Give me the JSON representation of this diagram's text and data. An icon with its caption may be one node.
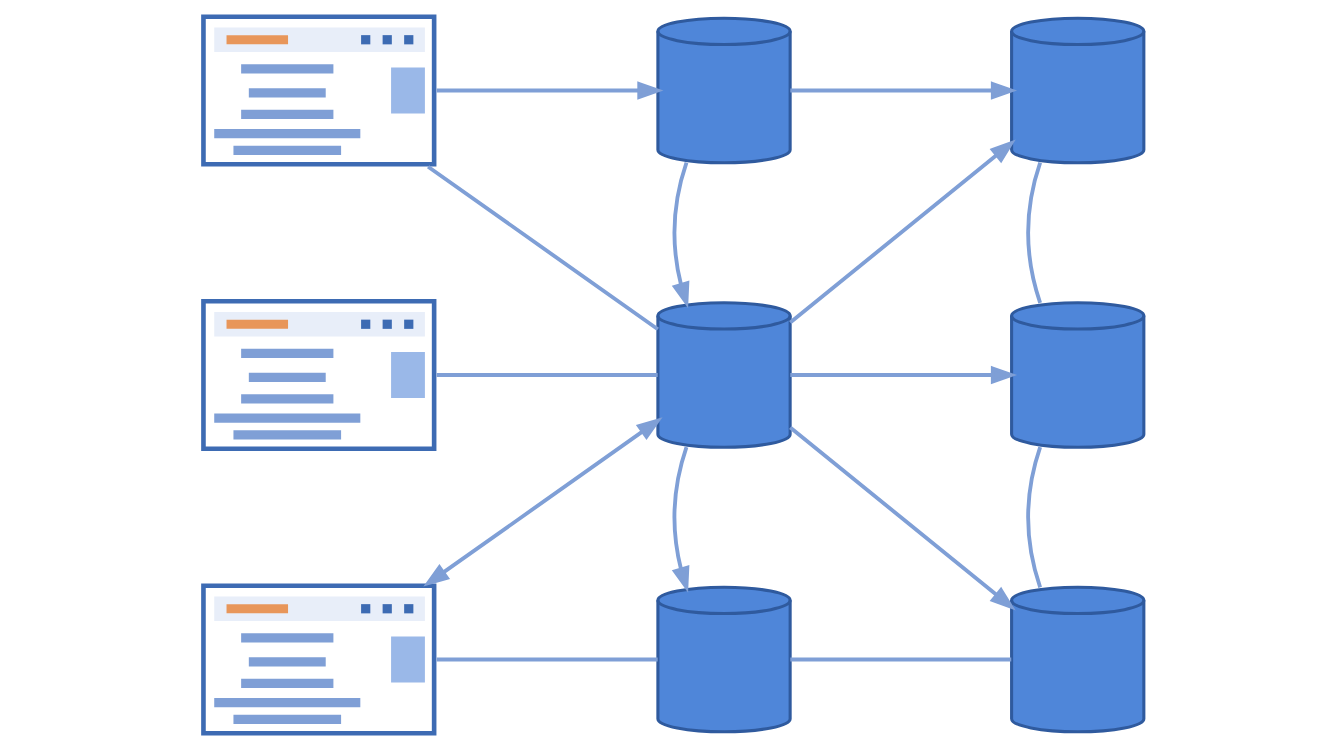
{
  "diagram": {
    "nodes": [
      {
        "text": [],
        "shape": "picture"
      },
      {
        "text": [],
        "shape": "picture"
      },
      {
        "text": [],
        "shape": "picture"
      },
      {
        "text": [],
        "shape": "picture"
      },
      {
        "text": [],
        "shape": "picture"
      },
      {
        "text": [],
        "shape": "picture"
      },
      {
        "text": [],
        "shape": "picture"
      },
      {
        "text": [],
        "shape": "picture"
      },
      {
        "text": [],
        "shape": "picture"
      }
    ],
    "edges": [
      {
        "from": 0,
        "to": 1,
        "arrow": "to"
      },
      {
        "from": 1,
        "to": 2,
        "arrow": "to"
      },
      {
        "from": 0,
        "to": 4,
        "arrow": "none"
      },
      {
        "from": 1,
        "to": 4,
        "arrow": "to"
      },
      {
        "from": 4,
        "to": 2,
        "arrow": "to"
      },
      {
        "from": 2,
        "to": 5,
        "arrow": "none"
      },
      {
        "from": 3,
        "to": 4,
        "arrow": "none"
      },
      {
        "from": 4,
        "to": 5,
        "arrow": "to"
      },
      {
        "from": 4,
        "to": 6,
        "arrow": "both"
      },
      {
        "from": 4,
        "to": 7,
        "arrow": "to"
      },
      {
        "from": 4,
        "to": 8,
        "arrow": "to"
      },
      {
        "from": 5,
        "to": 8,
        "arrow": "none"
      },
      {
        "from": 6,
        "to": 7,
        "arrow": "none"
      },
      {
        "from": 7,
        "to": 8,
        "arrow": "none"
      }
    ]
  }
}
